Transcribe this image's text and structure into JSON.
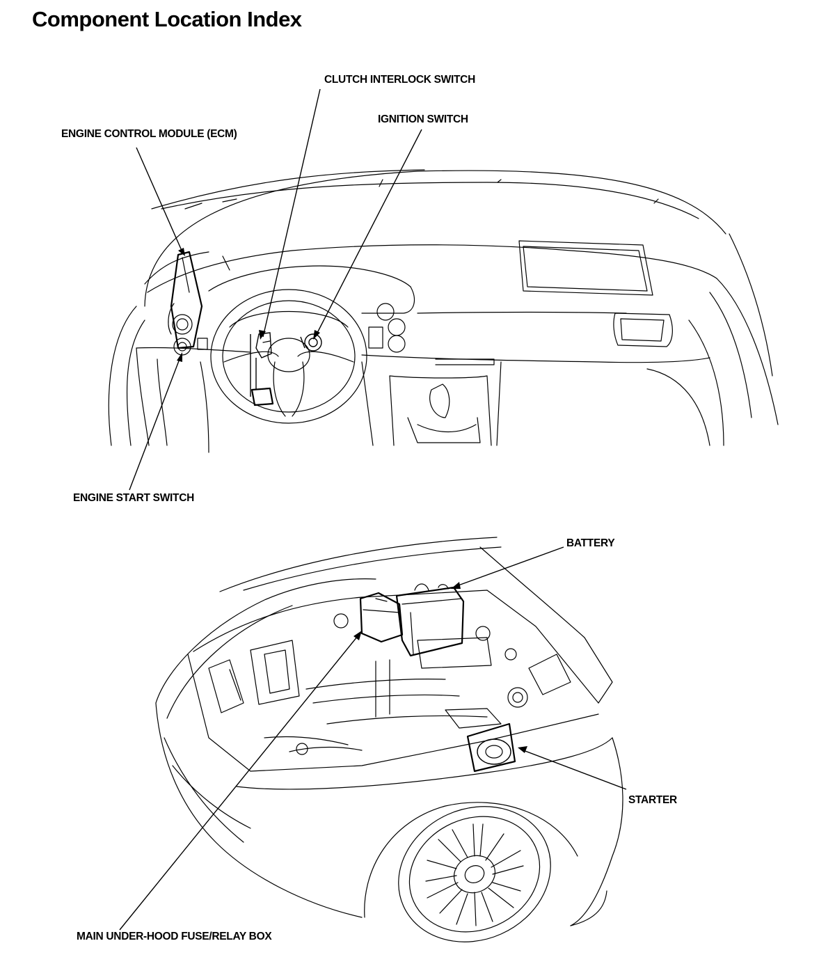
{
  "title": "Component Location Index",
  "callouts": {
    "clutch_interlock_switch": "CLUTCH INTERLOCK SWITCH",
    "ignition_switch": "IGNITION SWITCH",
    "ecm": "ENGINE CONTROL MODULE (ECM)",
    "engine_start_switch": "ENGINE START SWITCH",
    "battery": "BATTERY",
    "starter": "STARTER",
    "fuse_relay_box": "MAIN UNDER-HOOD FUSE/RELAY BOX"
  }
}
